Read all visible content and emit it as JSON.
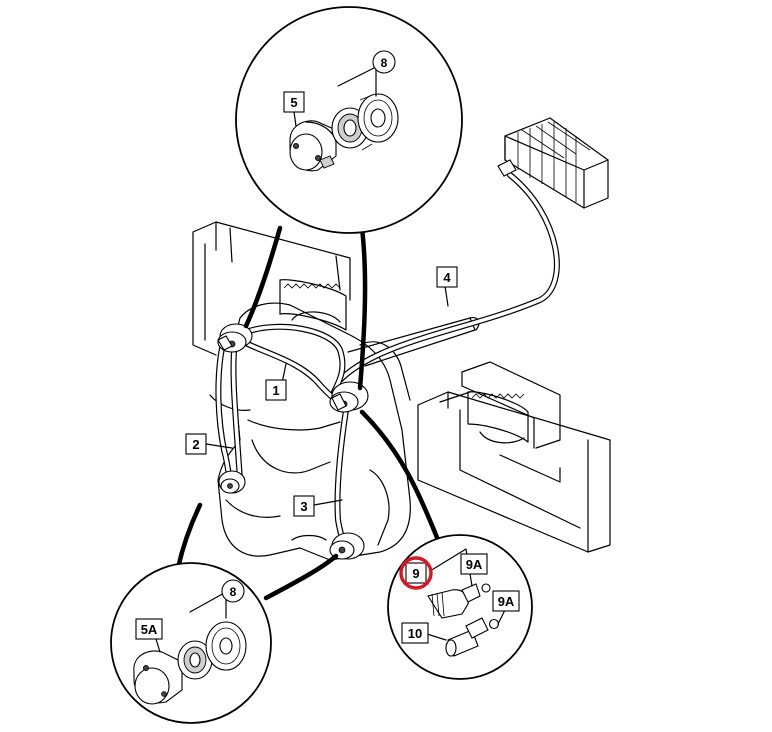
{
  "diagram": {
    "labels": {
      "l1": "1",
      "l2": "2",
      "l3": "3",
      "l4": "4",
      "l5": "5",
      "l5a": "5A",
      "l8_top": "8",
      "l8_bottom": "8",
      "l9": "9",
      "l9a_top": "9A",
      "l9a_bottom": "9A",
      "l10": "10"
    },
    "highlight_color": "#e0141e",
    "line_color": "#000000"
  }
}
